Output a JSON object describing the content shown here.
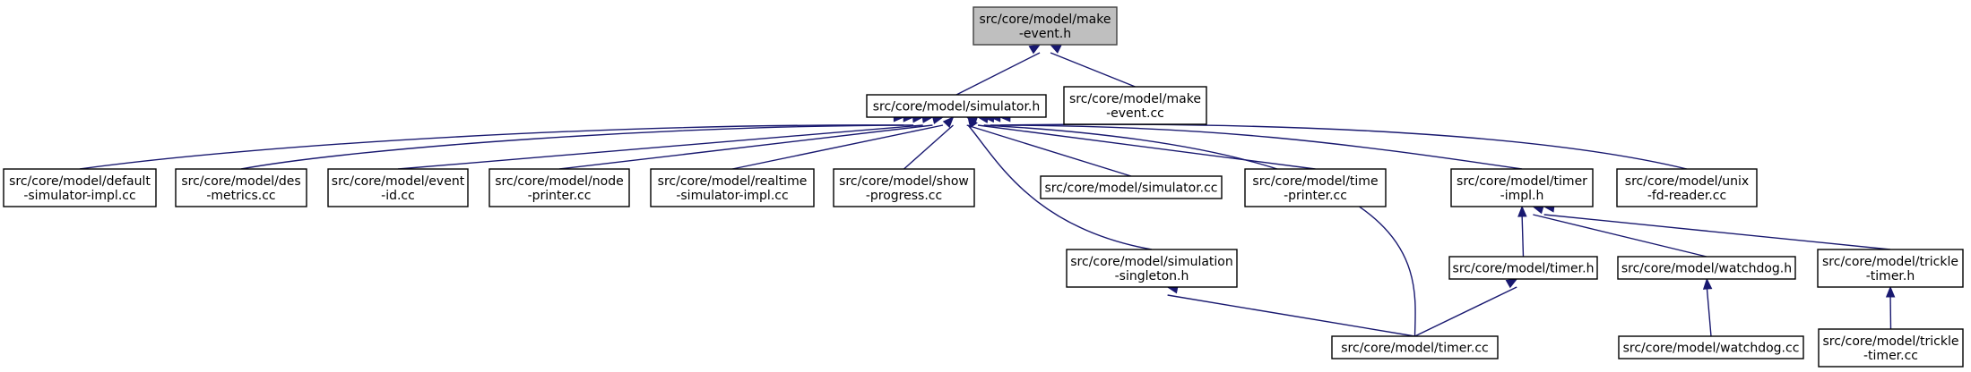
{
  "diagram": {
    "colors": {
      "edge": "#191970",
      "root_fill": "#bfbfbf",
      "node_fill": "#ffffff",
      "border": "#000000"
    },
    "nodes": [
      {
        "id": "make_event_h",
        "lines": [
          "src/core/model/make",
          "-event.h"
        ],
        "root": true
      },
      {
        "id": "simulator_h",
        "lines": [
          "src/core/model/simulator.h"
        ]
      },
      {
        "id": "make_event_cc",
        "lines": [
          "src/core/model/make",
          "-event.cc"
        ]
      },
      {
        "id": "default_sim_impl",
        "lines": [
          "src/core/model/default",
          "-simulator-impl.cc"
        ]
      },
      {
        "id": "des_metrics",
        "lines": [
          "src/core/model/des",
          "-metrics.cc"
        ]
      },
      {
        "id": "event_id",
        "lines": [
          "src/core/model/event",
          "-id.cc"
        ]
      },
      {
        "id": "node_printer",
        "lines": [
          "src/core/model/node",
          "-printer.cc"
        ]
      },
      {
        "id": "realtime_sim_impl",
        "lines": [
          "src/core/model/realtime",
          "-simulator-impl.cc"
        ]
      },
      {
        "id": "show_progress",
        "lines": [
          "src/core/model/show",
          "-progress.cc"
        ]
      },
      {
        "id": "simulator_cc",
        "lines": [
          "src/core/model/simulator.cc"
        ]
      },
      {
        "id": "time_printer",
        "lines": [
          "src/core/model/time",
          "-printer.cc"
        ]
      },
      {
        "id": "timer_impl_h",
        "lines": [
          "src/core/model/timer",
          "-impl.h"
        ]
      },
      {
        "id": "unix_fd_reader",
        "lines": [
          "src/core/model/unix",
          "-fd-reader.cc"
        ]
      },
      {
        "id": "sim_singleton_h",
        "lines": [
          "src/core/model/simulation",
          "-singleton.h"
        ]
      },
      {
        "id": "timer_h",
        "lines": [
          "src/core/model/timer.h"
        ]
      },
      {
        "id": "watchdog_h",
        "lines": [
          "src/core/model/watchdog.h"
        ]
      },
      {
        "id": "trickle_timer_h",
        "lines": [
          "src/core/model/trickle",
          "-timer.h"
        ]
      },
      {
        "id": "timer_cc",
        "lines": [
          "src/core/model/timer.cc"
        ]
      },
      {
        "id": "watchdog_cc",
        "lines": [
          "src/core/model/watchdog.cc"
        ]
      },
      {
        "id": "trickle_timer_cc",
        "lines": [
          "src/core/model/trickle",
          "-timer.cc"
        ]
      }
    ],
    "edges": [
      {
        "from": "simulator_h",
        "to": "make_event_h"
      },
      {
        "from": "make_event_cc",
        "to": "make_event_h"
      },
      {
        "from": "default_sim_impl",
        "to": "simulator_h"
      },
      {
        "from": "des_metrics",
        "to": "simulator_h"
      },
      {
        "from": "event_id",
        "to": "simulator_h"
      },
      {
        "from": "node_printer",
        "to": "simulator_h"
      },
      {
        "from": "realtime_sim_impl",
        "to": "simulator_h"
      },
      {
        "from": "show_progress",
        "to": "simulator_h"
      },
      {
        "from": "simulator_cc",
        "to": "simulator_h"
      },
      {
        "from": "time_printer",
        "to": "simulator_h"
      },
      {
        "from": "timer_impl_h",
        "to": "simulator_h"
      },
      {
        "from": "unix_fd_reader",
        "to": "simulator_h"
      },
      {
        "from": "sim_singleton_h",
        "to": "simulator_h"
      },
      {
        "from": "timer_cc",
        "to": "simulator_h"
      },
      {
        "from": "timer_h",
        "to": "timer_impl_h"
      },
      {
        "from": "watchdog_h",
        "to": "timer_impl_h"
      },
      {
        "from": "trickle_timer_h",
        "to": "timer_impl_h"
      },
      {
        "from": "timer_cc",
        "to": "sim_singleton_h"
      },
      {
        "from": "timer_cc",
        "to": "timer_h"
      },
      {
        "from": "watchdog_cc",
        "to": "watchdog_h"
      },
      {
        "from": "trickle_timer_cc",
        "to": "trickle_timer_h"
      }
    ]
  }
}
